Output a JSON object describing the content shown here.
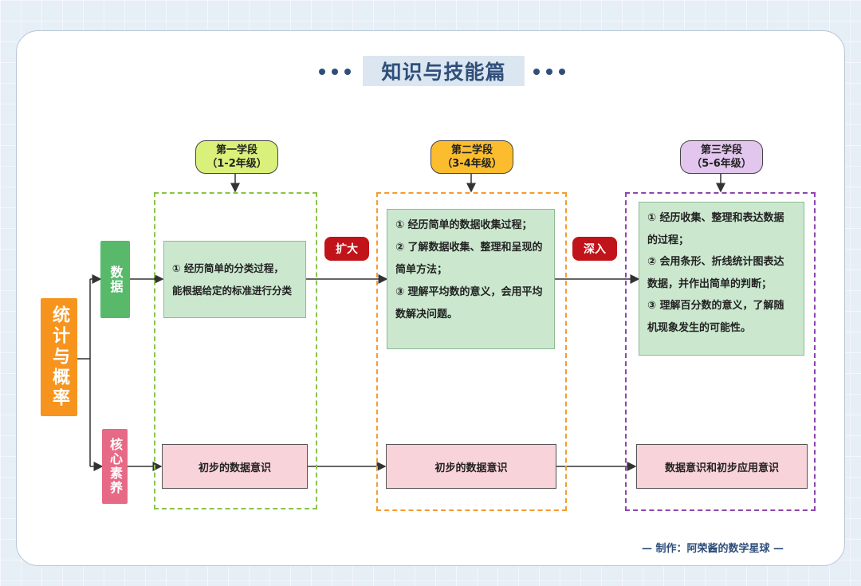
{
  "title": "知识与技能篇",
  "root_label": "统计与概率",
  "branches": {
    "data": "数据",
    "core": "核心素养"
  },
  "stages": [
    {
      "name": "第一学段",
      "grades": "（1-2年级）",
      "color": "#d9f07a",
      "border": "#8bc34a"
    },
    {
      "name": "第二学段",
      "grades": "（3-4年级）",
      "color": "#fbbd2e",
      "border": "#f39c33"
    },
    {
      "name": "第三学段",
      "grades": "（5-6年级）",
      "color": "#e2c6ee",
      "border": "#8e44ad"
    }
  ],
  "data_boxes": [
    [
      "① 经历简单的分类过程，",
      "能根据给定的标准进行分类"
    ],
    [
      "① 经历简单的数据收集过程；",
      "② 了解数据收集、整理和呈现的",
      "简单方法；",
      "③ 理解平均数的意义，会用平均",
      "数解决问题。"
    ],
    [
      "① 经历收集、整理和表达数据",
      "的过程；",
      "② 会用条形、折线统计图表达",
      "数据，并作出简单的判断；",
      "③ 理解百分数的意义，了解随",
      "机现象发生的可能性。"
    ]
  ],
  "core_boxes": [
    "初步的数据意识",
    "初步的数据意识",
    "数据意识和初步应用意识"
  ],
  "transitions": [
    "扩大",
    "深入"
  ],
  "footer": "— 制作：阿荣酱的数学星球 —",
  "colors": {
    "data_branch": "#58b96a",
    "core_branch": "#e66a86",
    "root": "#f7941d",
    "tag": "#c0141a"
  }
}
